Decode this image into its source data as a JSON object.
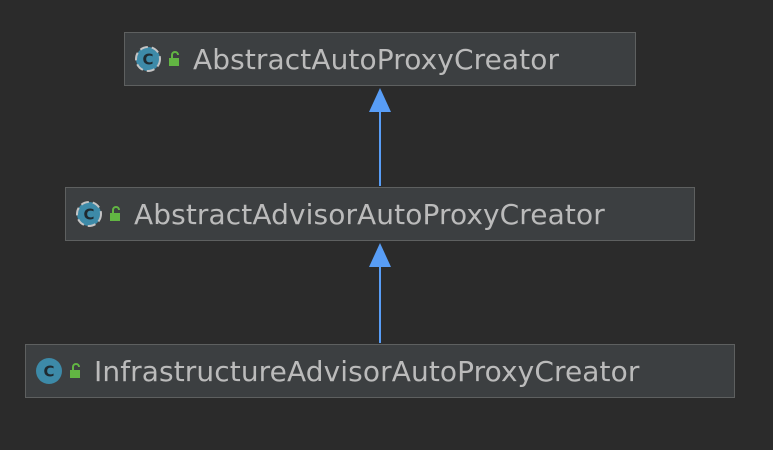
{
  "diagram": {
    "nodes": [
      {
        "id": "n1",
        "name": "AbstractAutoProxyCreator",
        "kind": "abstract-class",
        "icon": "abstract-class-icon",
        "visibility_icon": "public-lock-icon"
      },
      {
        "id": "n2",
        "name": "AbstractAdvisorAutoProxyCreator",
        "kind": "abstract-class",
        "icon": "abstract-class-icon",
        "visibility_icon": "public-lock-icon"
      },
      {
        "id": "n3",
        "name": "InfrastructureAdvisorAutoProxyCreator",
        "kind": "class",
        "icon": "class-icon",
        "visibility_icon": "public-lock-icon"
      }
    ],
    "edges": [
      {
        "from": "n2",
        "to": "n1",
        "type": "extends"
      },
      {
        "from": "n3",
        "to": "n2",
        "type": "extends"
      }
    ]
  },
  "colors": {
    "background": "#2b2b2b",
    "node_fill": "#3c3f41",
    "node_border": "#5e6060",
    "text": "#bbbbbb",
    "edge": "#589df6",
    "class_icon": "#3d8aa8",
    "lock": "#62b543"
  }
}
